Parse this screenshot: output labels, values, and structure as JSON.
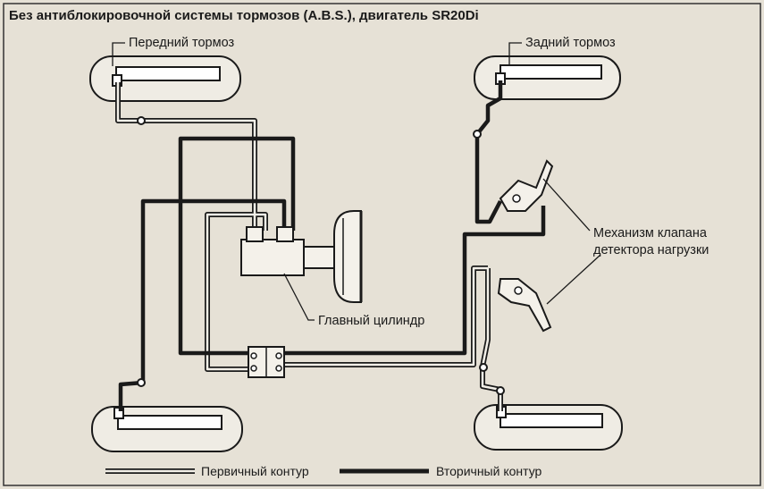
{
  "title": "Без антиблокировочной системы тормозов (A.B.S.), двигатель SR20Di",
  "labels": {
    "front_brake": "Передний тормоз",
    "rear_brake": "Задний тормоз",
    "master_cylinder": "Главный цилиндр",
    "valve_line1": "Механизм клапана",
    "valve_line2": "детектора нагрузки"
  },
  "legend": {
    "primary": "Первичный контур",
    "secondary": "Вторичный контур"
  },
  "colors": {
    "background": "#e6e1d6",
    "ink": "#1a1a1a",
    "primary_fill": "#f2efe8"
  }
}
